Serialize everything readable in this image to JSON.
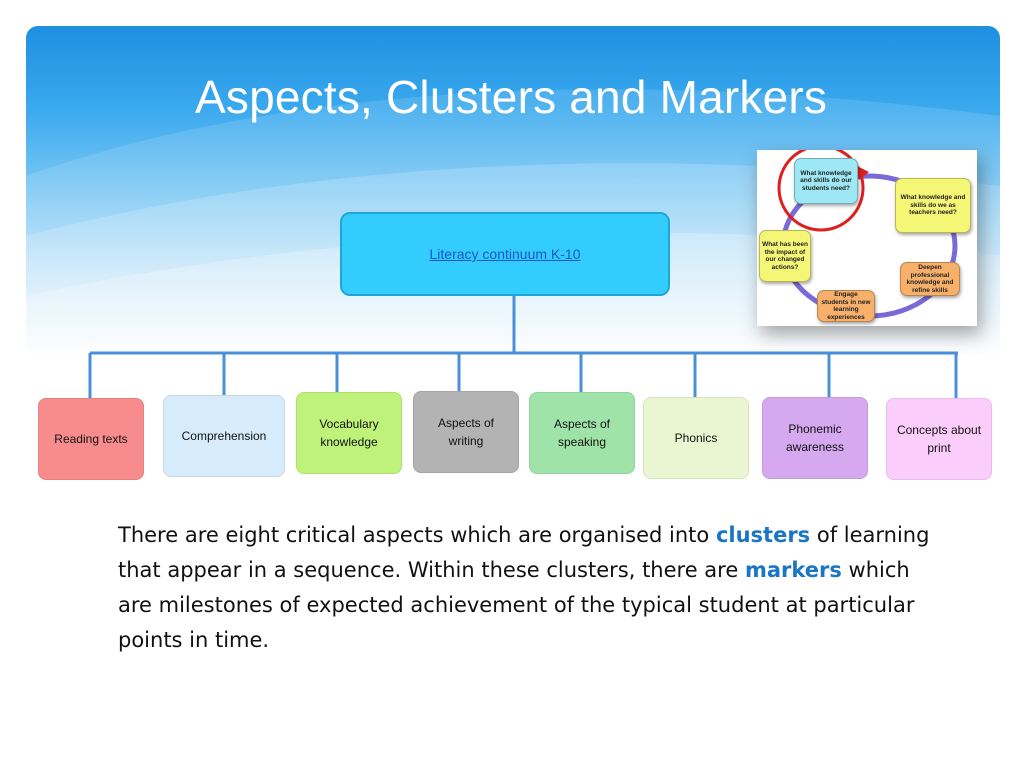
{
  "slide": {
    "title": "Aspects, Clusters and Markers"
  },
  "diagram": {
    "top_node": {
      "link_text": "Literacy continuum K-10"
    },
    "clusters": [
      {
        "label": "Reading texts",
        "color": "#f88c8c"
      },
      {
        "label": "Comprehension",
        "color": "#d6ecfb"
      },
      {
        "label": "Vocabulary knowledge",
        "color": "#bff27a"
      },
      {
        "label": "Aspects of writing",
        "color": "#b3b3b3"
      },
      {
        "label": "Aspects of speaking",
        "color": "#9fe3a8"
      },
      {
        "label": "Phonics",
        "color": "#eaf6d2"
      },
      {
        "label": "Phonemic awareness",
        "color": "#d5a8f0"
      },
      {
        "label": "Concepts about print",
        "color": "#fbcdfb"
      }
    ],
    "connector_color": "#4a90d9"
  },
  "cycle_image": {
    "steps": [
      {
        "text": "What knowledge and skills do our students need?",
        "color": "#9ee8f5"
      },
      {
        "text": "What knowledge and skills do we as teachers need?",
        "color": "#f5f576"
      },
      {
        "text": "Deepen professional knowledge and refine skills",
        "color": "#f7b06a"
      },
      {
        "text": "Engage students in new learning experiences",
        "color": "#f7b06a"
      },
      {
        "text": "What has been the impact of our changed actions?",
        "color": "#f5f576"
      }
    ],
    "highlight_color": "#dd1f1f"
  },
  "body": {
    "p1": "There are eight critical aspects which are organised into ",
    "clusters_word": "clusters",
    "p2": " of learning that appear in a sequence.  Within these clusters, there are ",
    "markers_word": "markers",
    "p3": " which are milestones of expected achievement of the typical student at particular points in time."
  }
}
